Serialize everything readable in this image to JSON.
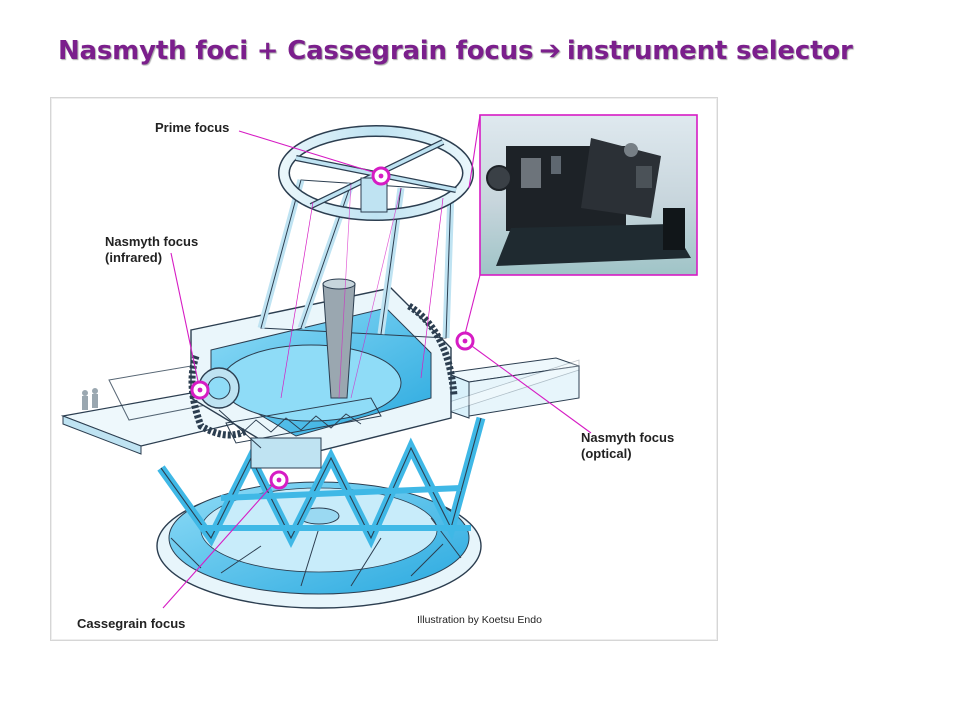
{
  "slide": {
    "title_part1": "Nasmyth foci + Cassegrain focus",
    "arrow_glyph": "➔",
    "title_part2": "instrument selector"
  },
  "diagram": {
    "labels": {
      "prime_focus": "Prime focus",
      "nasmyth_ir_line1": "Nasmyth focus",
      "nasmyth_ir_line2": "(infrared)",
      "nasmyth_opt_line1": "Nasmyth focus",
      "nasmyth_opt_line2": "(optical)",
      "cassegrain": "Cassegrain focus"
    },
    "credit": "Illustration by Koetsu Endo"
  },
  "colors": {
    "title": "#7b1f8c",
    "focus_marker": "#d61cc4",
    "structure_blue": "#3fb8e6",
    "structure_light": "#d9f1fb",
    "frame_dark": "#2c3e50"
  },
  "icons": {
    "arrow": "heavy-right-arrow",
    "focus_marker": "target-ring"
  }
}
